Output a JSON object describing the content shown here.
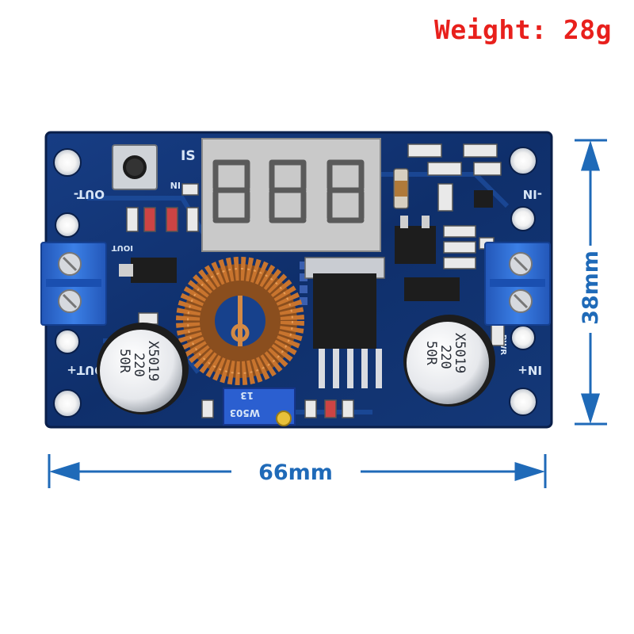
{
  "weight_label": "Weight: 28g",
  "dimensions": {
    "height": "38mm",
    "width": "66mm"
  },
  "board": {
    "display_digits": "888",
    "terminals": {
      "out_minus": "OUT-",
      "out_plus": "OUT+",
      "in_minus": "-IN",
      "in_plus": "IN+"
    },
    "silkscreen": {
      "is": "IS",
      "in": "IN",
      "iout": "IOUT",
      "pwr": "PWR"
    },
    "capacitor_text": [
      "X5019",
      "220",
      "50R"
    ],
    "potentiometer_text": [
      "13",
      "W503"
    ]
  },
  "colors": {
    "weight_text": "#e8201c",
    "dimension": "#1f6ab8",
    "pcb": "#0f2f6b",
    "pcb_light": "#1c4690",
    "terminal_block": "#2f6fd6",
    "display_segment": "#5a5a5a",
    "copper_coil": "#c8742e"
  },
  "icons": [
    "pcb-board-photo",
    "arrow-up-icon",
    "arrow-down-icon",
    "arrow-left-icon",
    "arrow-right-icon"
  ]
}
